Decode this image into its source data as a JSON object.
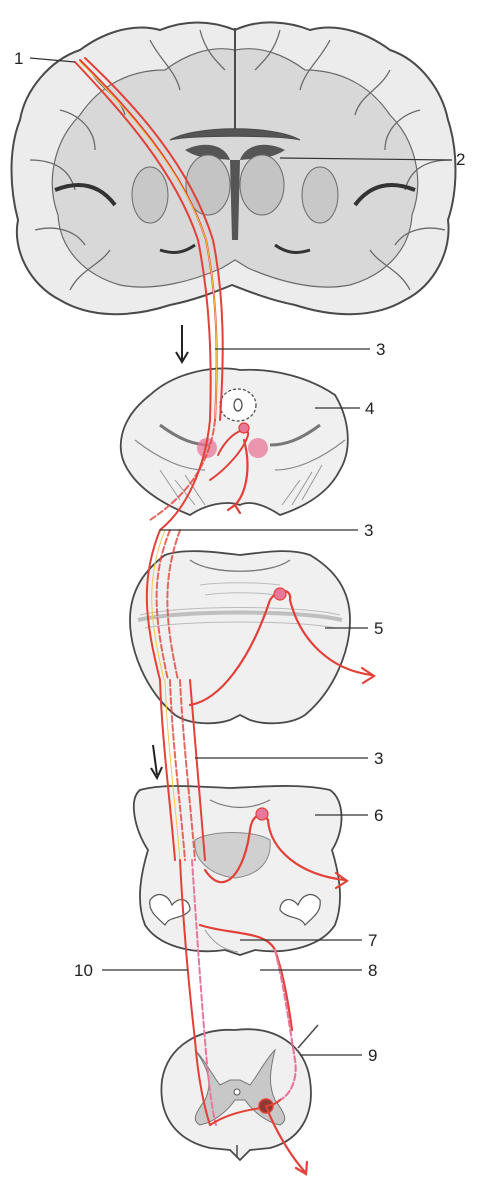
{
  "figure": {
    "labels": [
      {
        "id": "label-1",
        "text": "1"
      },
      {
        "id": "label-2",
        "text": "2"
      },
      {
        "id": "label-3a",
        "text": "3"
      },
      {
        "id": "label-4",
        "text": "4"
      },
      {
        "id": "label-3b",
        "text": "3"
      },
      {
        "id": "label-5",
        "text": "5"
      },
      {
        "id": "label-3c",
        "text": "3"
      },
      {
        "id": "label-6",
        "text": "6"
      },
      {
        "id": "label-7",
        "text": "7"
      },
      {
        "id": "label-10",
        "text": "10"
      },
      {
        "id": "label-8",
        "text": "8"
      },
      {
        "id": "label-9",
        "text": "9"
      }
    ]
  },
  "colors": {
    "tract_red": "#e2413a",
    "tract_yellow": "#f2c94a",
    "nucleus_pink": "#e8789a",
    "brain_gray": "#d8d8d8",
    "cortex_gray": "#ececec",
    "ventricle_dark": "#555555",
    "outline": "#4a4a4a"
  }
}
